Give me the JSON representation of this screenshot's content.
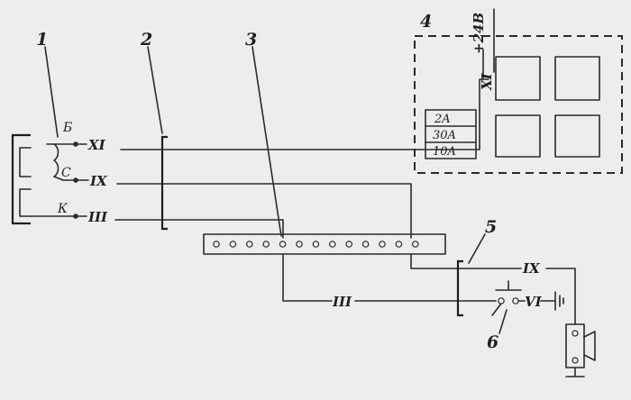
{
  "callouts": [
    "1",
    "2",
    "3",
    "4",
    "5",
    "6"
  ],
  "signal_source": {
    "terminals": [
      "Б",
      "С",
      "К"
    ]
  },
  "wires": {
    "xi": "XI",
    "ix": "IX",
    "iii": "III",
    "vi": "VI"
  },
  "supply": "+24В",
  "fuses": [
    "2A",
    "30A",
    "10A"
  ]
}
